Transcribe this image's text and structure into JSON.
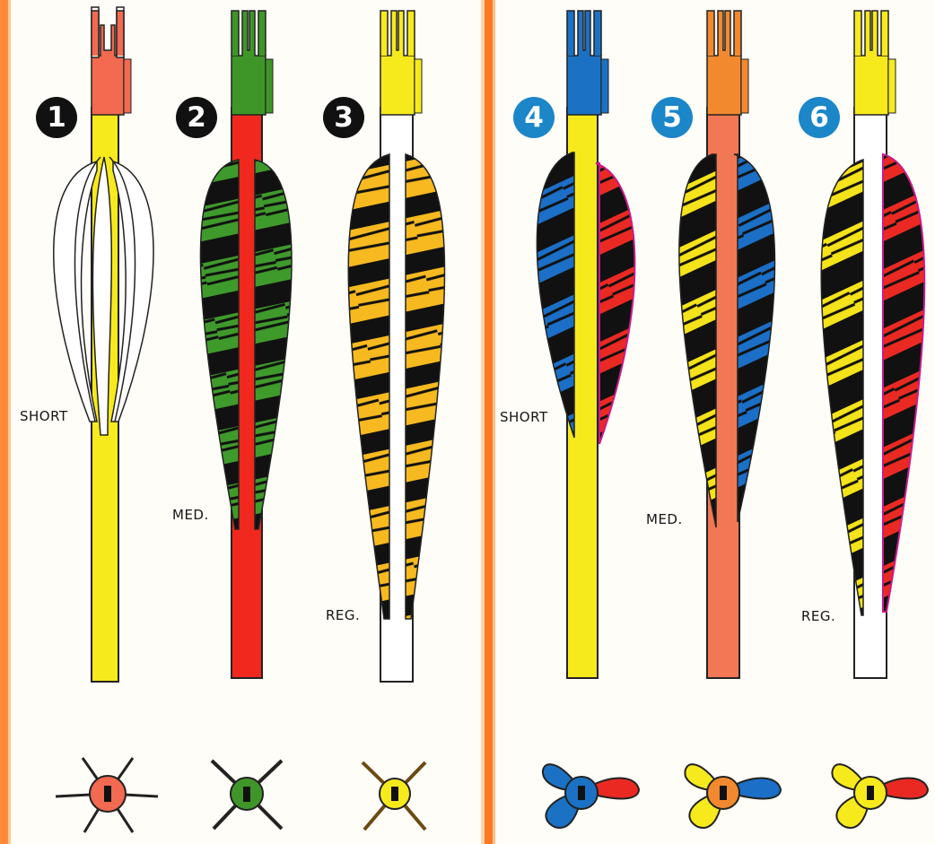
{
  "colors": {
    "panel_left_stripe": "#ff8a3a",
    "panel_divider": "#ff7a22",
    "shaft_yellow": "#f7ea1c",
    "shaft_red": "#f0281e",
    "shaft_salmon": "#f27755",
    "shaft_white": "#ffffff",
    "nock_salmon": "#f26a50",
    "nock_green": "#3f9628",
    "nock_yellow": "#f7ea1c",
    "nock_blue": "#1b72c4",
    "nock_orange": "#f3892e",
    "feather_green": "#3f9a2c",
    "feather_yellow": "#f6b91f",
    "feather_blue": "#1b6fc6",
    "feather_red": "#ea2a22",
    "feather_bright_yellow": "#f4e21a",
    "badge_black": "#111111",
    "badge_blue": "#1b86c8"
  },
  "arrows": [
    {
      "number": "1",
      "badge": "black",
      "nock": "nock-salmon",
      "shaft": "yellow",
      "fletching": "white plastic vanes"
    },
    {
      "number": "2",
      "badge": "black",
      "nock": "nock-green",
      "shaft": "red",
      "fletching": "green barred feathers"
    },
    {
      "number": "3",
      "badge": "black",
      "nock": "nock-yellow",
      "shaft": "white",
      "fletching": "yellow barred feathers"
    },
    {
      "number": "4",
      "badge": "blue",
      "nock": "nock-blue",
      "shaft": "yellow",
      "fletching": "blue and red barred feathers"
    },
    {
      "number": "5",
      "badge": "blue",
      "nock": "nock-orange",
      "shaft": "salmon",
      "fletching": "yellow and blue barred feathers"
    },
    {
      "number": "6",
      "badge": "blue",
      "nock": "nock-yellow",
      "shaft": "white",
      "fletching": "yellow and red barred feathers"
    }
  ],
  "labels": {
    "short_1": "SHORT",
    "med_2": "MED.",
    "reg_3": "REG.",
    "short_4": "SHORT",
    "med_5": "MED.",
    "reg_6": "REG."
  }
}
